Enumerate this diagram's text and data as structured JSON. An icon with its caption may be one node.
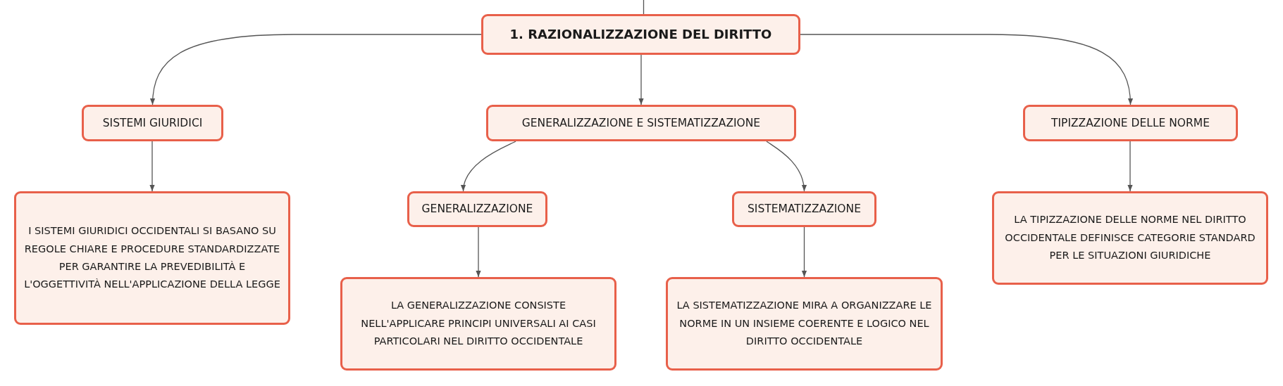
{
  "diagram": {
    "nodes": [
      {
        "text": [
          "1. RAZIONALIZZAZIONE DEL DIRITTO"
        ]
      },
      {
        "text": [
          "SISTEMI GIURIDICI"
        ]
      },
      {
        "text": [
          "GENERALIZZAZIONE E SISTEMATIZZAZIONE"
        ]
      },
      {
        "text": [
          "TIPIZZAZIONE DELLE NORME"
        ]
      },
      {
        "text": [
          "I SISTEMI GIURIDICI OCCIDENTALI SI BASANO SU REGOLE CHIARE E PROCEDURE STANDARDIZZATE PER GARANTIRE LA PREVEDIBILITÀ E L'OGGETTIVITÀ NELL'APPLICAZIONE DELLA LEGGE"
        ]
      },
      {
        "text": [
          "GENERALIZZAZIONE"
        ]
      },
      {
        "text": [
          "SISTEMATIZZAZIONE"
        ]
      },
      {
        "text": [
          "LA TIPIZZAZIONE DELLE NORME NEL DIRITTO OCCIDENTALE DEFINISCE CATEGORIE STANDARD PER LE SITUAZIONI GIURIDICHE"
        ]
      },
      {
        "text": [
          "LA GENERALIZZAZIONE CONSISTE NELL'APPLICARE PRINCIPI UNIVERSALI AI CASI PARTICOLARI NEL DIRITTO OCCIDENTALE"
        ]
      },
      {
        "text": [
          "LA SISTEMATIZZAZIONE MIRA A ORGANIZZARE LE NORME IN UN INSIEME COERENTE E LOGICO NEL DIRITTO OCCIDENTALE"
        ]
      }
    ],
    "edges": [
      {
        "from": null,
        "to": 0,
        "arrow": "none"
      },
      {
        "from": 0,
        "to": 1,
        "arrow": "to"
      },
      {
        "from": 0,
        "to": 2,
        "arrow": "to"
      },
      {
        "from": 0,
        "to": 3,
        "arrow": "to"
      },
      {
        "from": 1,
        "to": 4,
        "arrow": "to"
      },
      {
        "from": 2,
        "to": 5,
        "arrow": "to"
      },
      {
        "from": 2,
        "to": 6,
        "arrow": "to"
      },
      {
        "from": 3,
        "to": 7,
        "arrow": "to"
      },
      {
        "from": 5,
        "to": 8,
        "arrow": "to"
      },
      {
        "from": 6,
        "to": 9,
        "arrow": "to"
      }
    ]
  }
}
